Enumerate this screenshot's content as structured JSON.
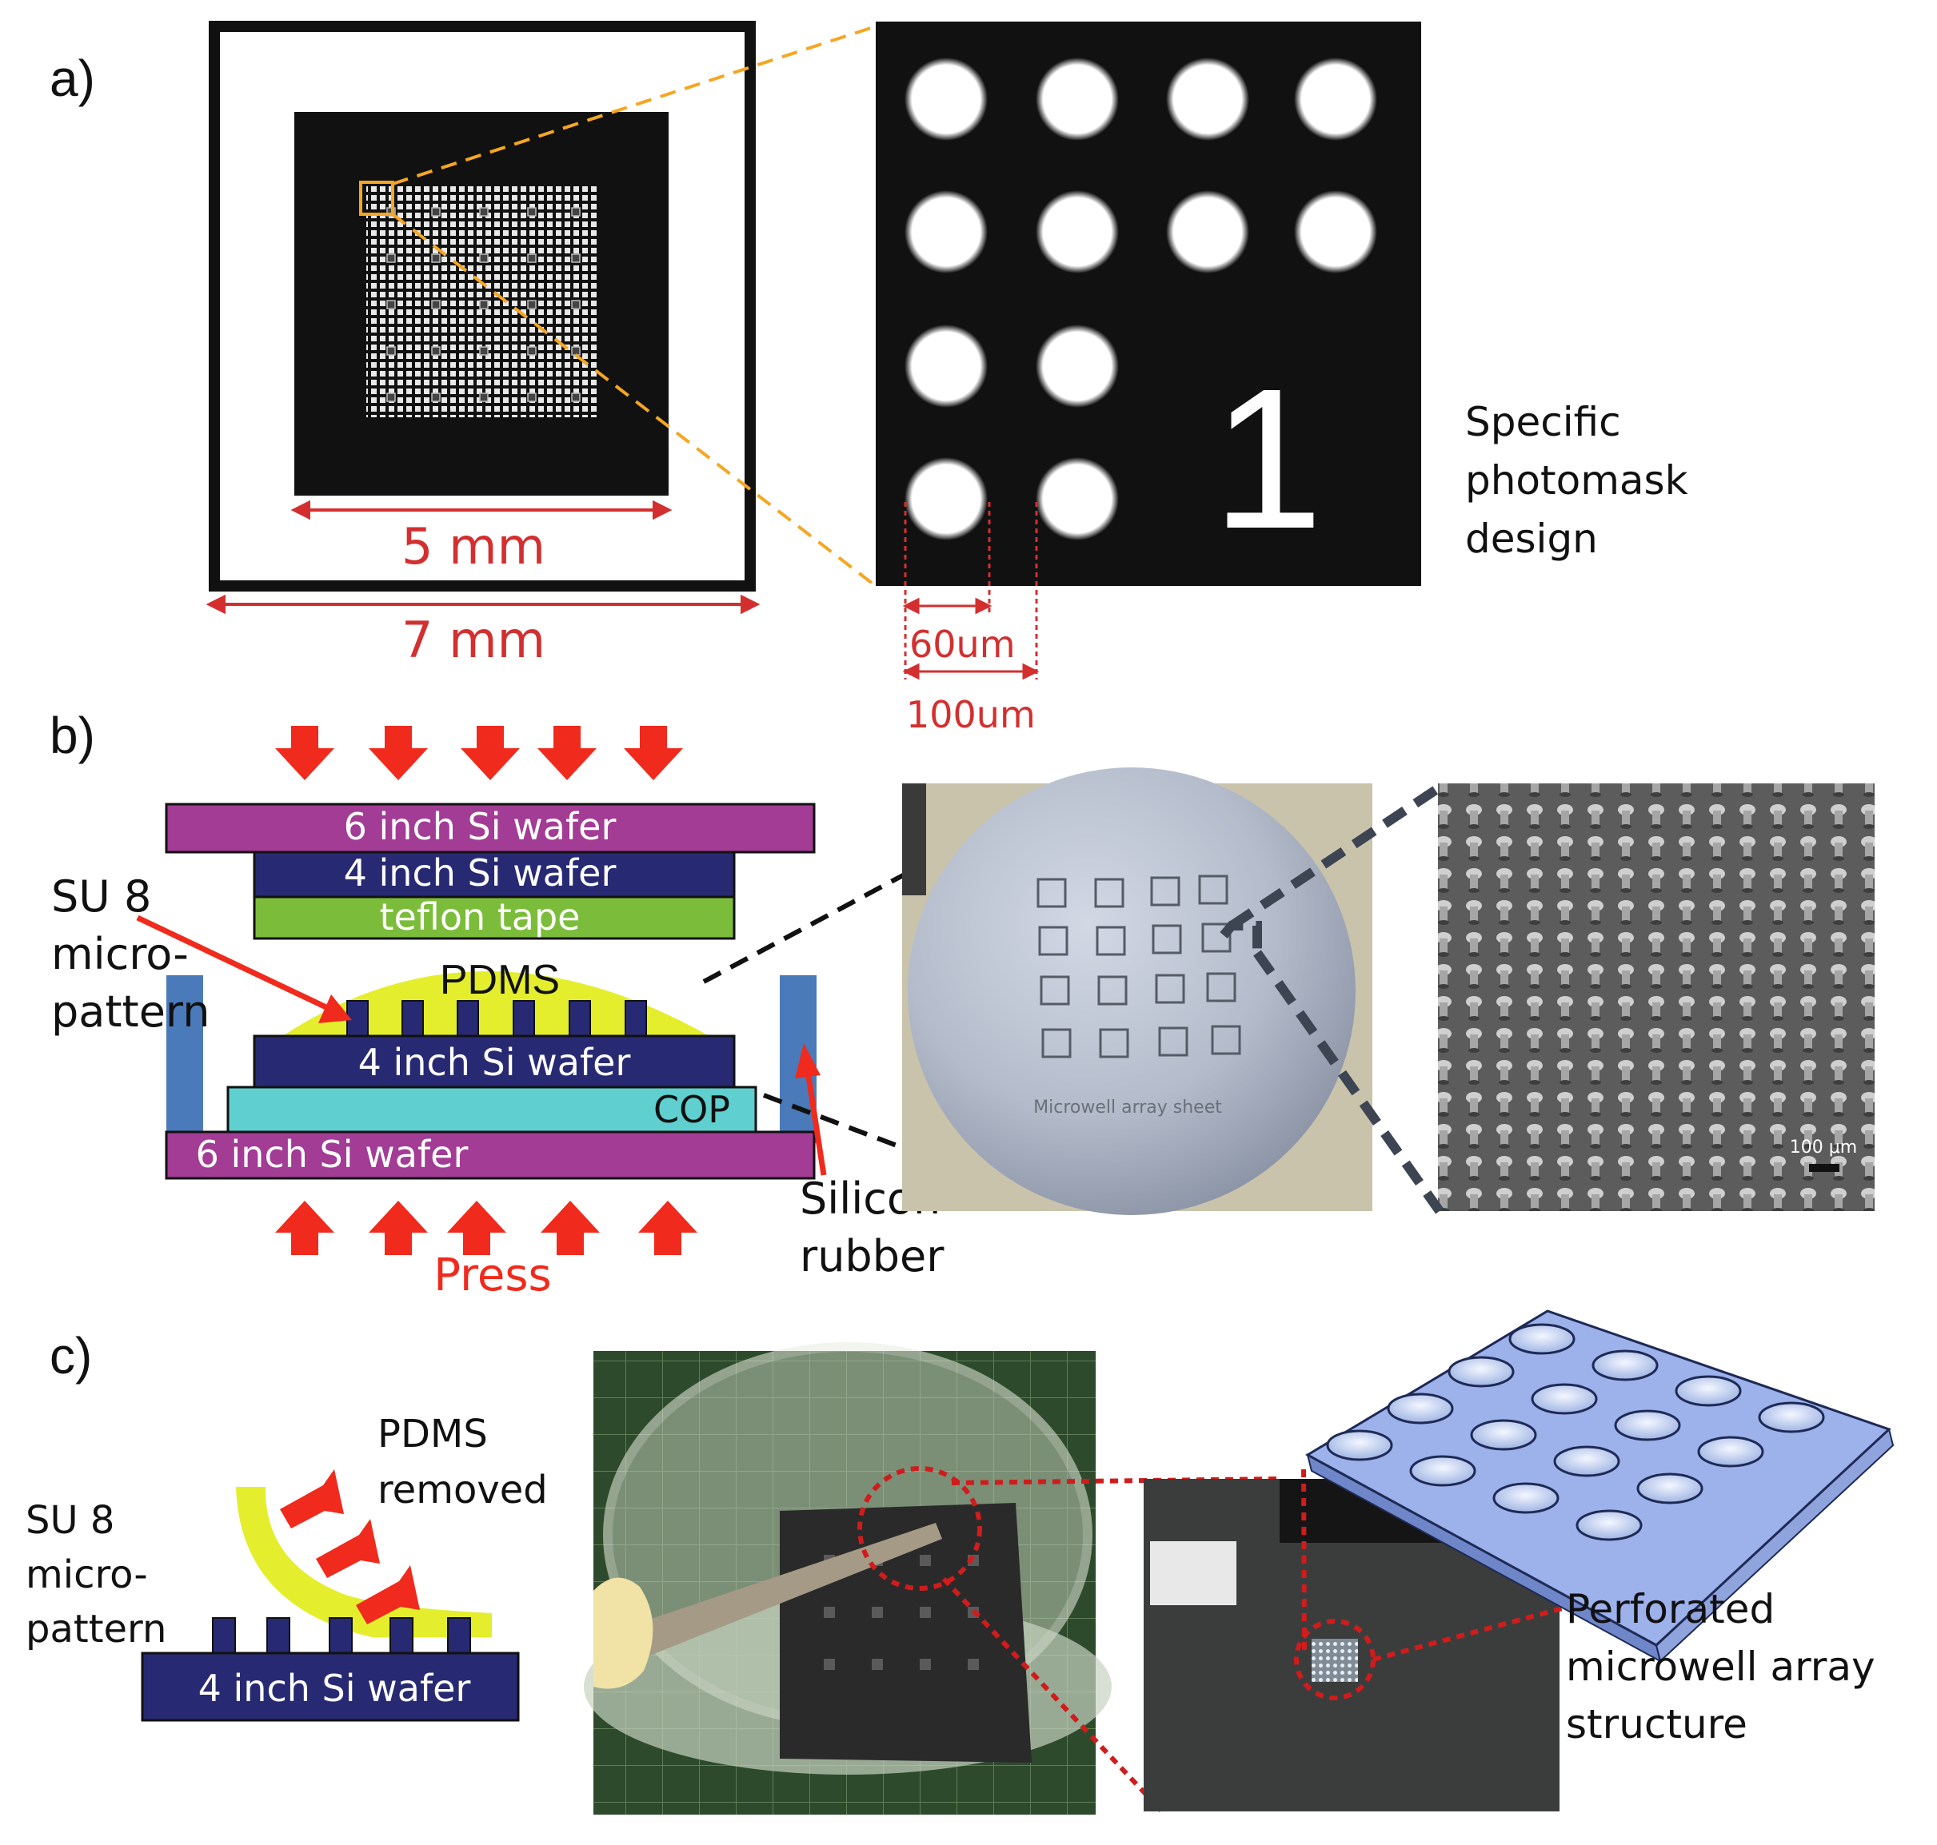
{
  "panels": {
    "a": {
      "label": "a)",
      "dim_inner": "5 mm",
      "dim_outer": "7 mm",
      "zoom_digit": "1",
      "caption": [
        "Specific",
        "photomask",
        "design"
      ],
      "dim_hole": "60um",
      "dim_pitch": "100um"
    },
    "b": {
      "label": "b)",
      "top_si6": "6 inch Si wafer",
      "top_si4": "4 inch Si wafer",
      "teflon": "teflon tape",
      "pdms": "PDMS",
      "su8": [
        "SU 8",
        "micro-",
        "pattern"
      ],
      "bottom_si4": "4 inch Si wafer",
      "cop": "COP",
      "bottom_si6": "6 inch Si wafer",
      "press": "Press",
      "rubber": [
        "Silicon",
        "rubber"
      ],
      "wafer_text": [
        "Microwell array sheet"
      ],
      "scale_bar": "100 μm"
    },
    "c": {
      "label": "c)",
      "pdms_removed": [
        "PDMS",
        "removed"
      ],
      "su8": [
        "SU 8",
        "micro-",
        "pattern"
      ],
      "si4": "4 inch Si wafer",
      "caption": [
        "Perforated",
        "microwell array",
        "structure"
      ]
    }
  },
  "colors": {
    "dim_red": "#d32f2f",
    "zoom_orange": "#f5a623",
    "magenta": "#a23c95",
    "navy": "#272a72",
    "green": "#7bbd3a",
    "yellow": "#e4ee2c",
    "cyan": "#5fcfcf",
    "blue_post": "#4a7ab9",
    "arrow_red": "#f02a1c"
  }
}
